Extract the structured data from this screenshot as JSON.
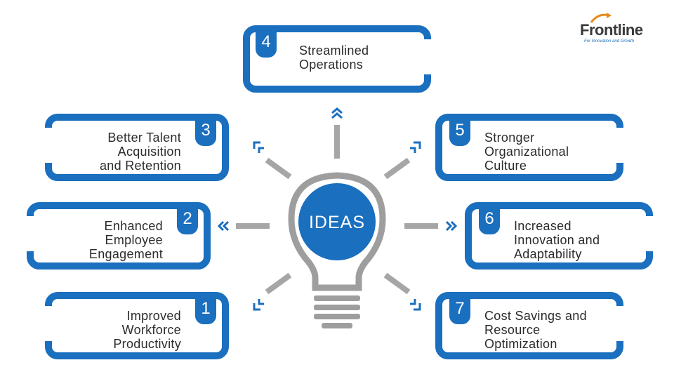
{
  "center_label": "IDEAS",
  "logo": {
    "name": "Frontline",
    "tagline": "For Innovation and Growth"
  },
  "colors": {
    "accent": "#1a6fbf",
    "ray": "#a6a6a6",
    "bulb_outline": "#9e9e9e",
    "text": "#2b2b2b"
  },
  "items": [
    {
      "number": "1",
      "lines": [
        "Improved",
        "Workforce",
        "Productivity"
      ]
    },
    {
      "number": "2",
      "lines": [
        "Enhanced",
        "Employee",
        "Engagement"
      ]
    },
    {
      "number": "3",
      "lines": [
        "Better Talent",
        "Acquisition",
        "and Retention"
      ]
    },
    {
      "number": "4",
      "lines": [
        "Streamlined",
        "Operations"
      ]
    },
    {
      "number": "5",
      "lines": [
        "Stronger",
        "Organizational",
        "Culture"
      ]
    },
    {
      "number": "6",
      "lines": [
        "Increased",
        "Innovation and",
        "Adaptability"
      ]
    },
    {
      "number": "7",
      "lines": [
        "Cost Savings and",
        "Resource",
        "Optimization"
      ]
    }
  ]
}
